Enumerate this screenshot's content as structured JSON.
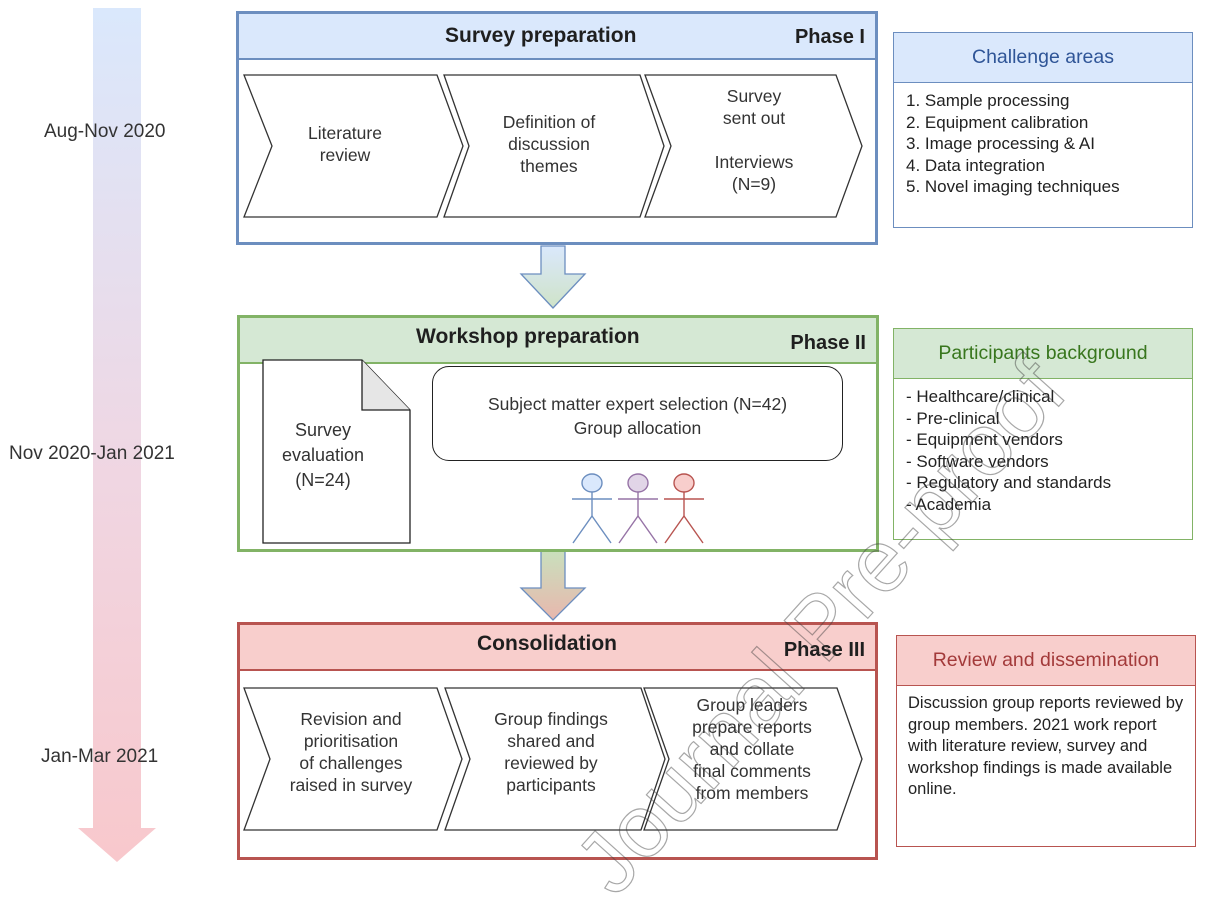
{
  "timeline": {
    "dates": [
      "Aug-Nov 2020",
      "Nov 2020-Jan 2021",
      "Jan-Mar 2021"
    ]
  },
  "phase1": {
    "title": "Survey preparation",
    "label": "Phase I",
    "steps": [
      {
        "lines": [
          "Literature",
          "review"
        ]
      },
      {
        "lines": [
          "Definition of",
          "discussion",
          "themes"
        ]
      },
      {
        "lines": [
          "Survey",
          "sent out",
          "",
          "Interviews",
          "(N=9)"
        ]
      }
    ]
  },
  "phase2": {
    "title": "Workshop preparation",
    "label": "Phase II",
    "document_lines": [
      "Survey",
      "evaluation",
      "(N=24)"
    ],
    "expert_lines": [
      "Subject matter expert selection (N=42)",
      "Group allocation"
    ]
  },
  "phase3": {
    "title": "Consolidation",
    "label": "Phase III",
    "steps": [
      {
        "lines": [
          "Revision and",
          "prioritisation",
          "of challenges",
          "raised in survey"
        ]
      },
      {
        "lines": [
          "Group findings",
          "shared and",
          "reviewed by",
          "participants"
        ]
      },
      {
        "lines": [
          "Group leaders",
          "prepare reports",
          "and collate",
          "final comments",
          "from members"
        ]
      }
    ]
  },
  "challenge_areas": {
    "title": "Challenge areas",
    "items": [
      "1. Sample processing",
      "2. Equipment calibration",
      "3. Image processing & AI",
      "4. Data integration",
      "5. Novel imaging techniques"
    ]
  },
  "participants": {
    "title": "Participants background",
    "items": [
      "- Healthcare/clinical",
      "- Pre-clinical",
      "- Equipment vendors",
      "- Software vendors",
      "- Regulatory and standards",
      "- Academia"
    ]
  },
  "review": {
    "title": "Review and dissemination",
    "text": "Discussion group reports reviewed by group members. 2021 work report with literature review, survey and workshop findings is made available online."
  },
  "watermark": "Journal Pre-proof",
  "colors": {
    "phase1_border": "#6c8ebf",
    "phase1_fill": "#dae8fc",
    "phase2_border": "#82b366",
    "phase2_fill": "#d5e8d4",
    "phase3_border": "#b85450",
    "phase3_fill": "#f8cecc",
    "challenge_title": "#2f5597",
    "participants_title": "#38761d",
    "review_title": "#a33a3a",
    "actor_blue": "#6c8ebf",
    "actor_purple": "#9673a6",
    "actor_red": "#b85450"
  }
}
